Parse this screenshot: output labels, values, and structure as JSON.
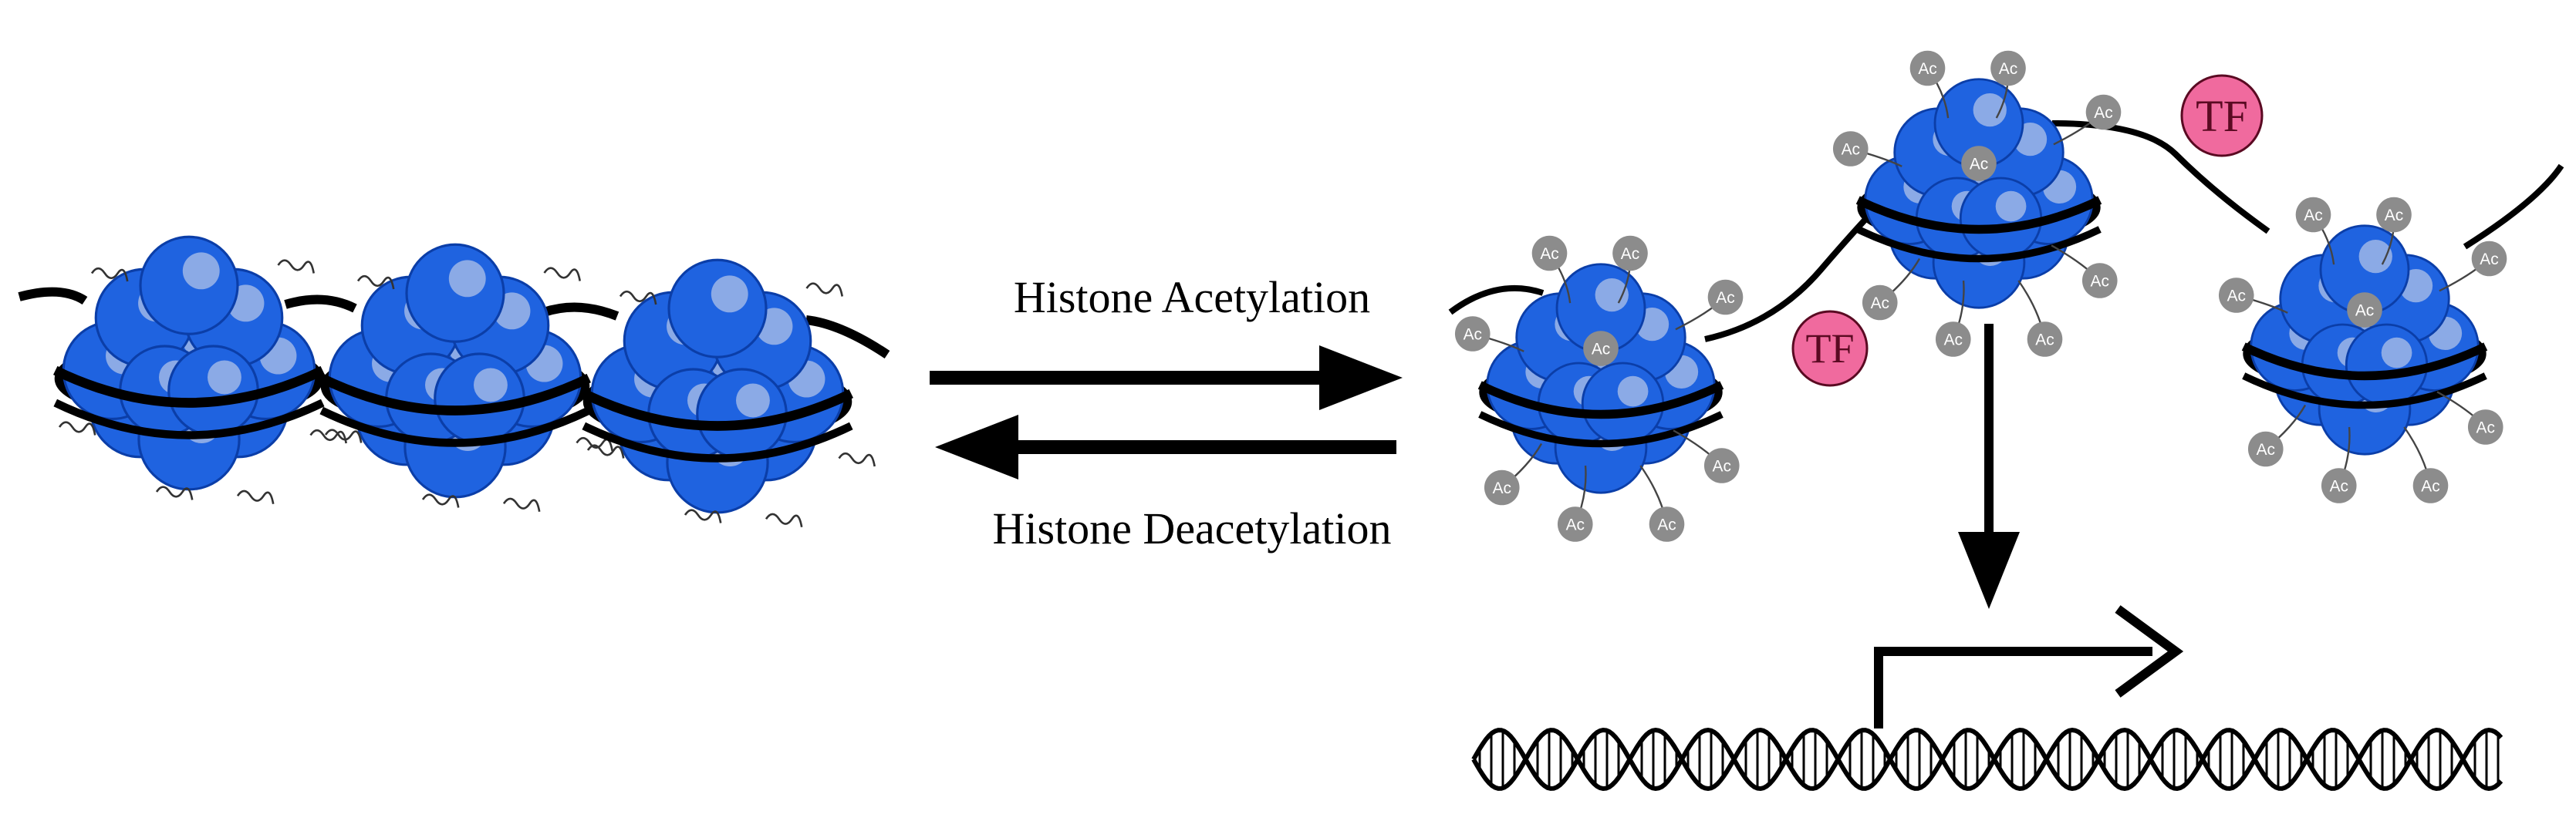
{
  "reaction": {
    "forward_label": "Histone Acetylation",
    "reverse_label": "Histone Deacetylation"
  },
  "modification_label": "Ac",
  "transcription_factor_label": "TF",
  "colors": {
    "histone": "#1f63e0",
    "histone_dark": "#0b3ea8",
    "histone_highlight": "#9fb6e6",
    "dna": "#000000",
    "acetyl": "#8c8c8c",
    "tf": "#f06a9e"
  },
  "icons": {
    "nucleosome": "nucleosome-icon",
    "acetyl_group": "acetyl-group-icon",
    "transcription_factor": "transcription-factor-icon",
    "promoter_arrow": "transcription-start-arrow-icon",
    "dna_helix": "dna-double-helix-icon"
  }
}
